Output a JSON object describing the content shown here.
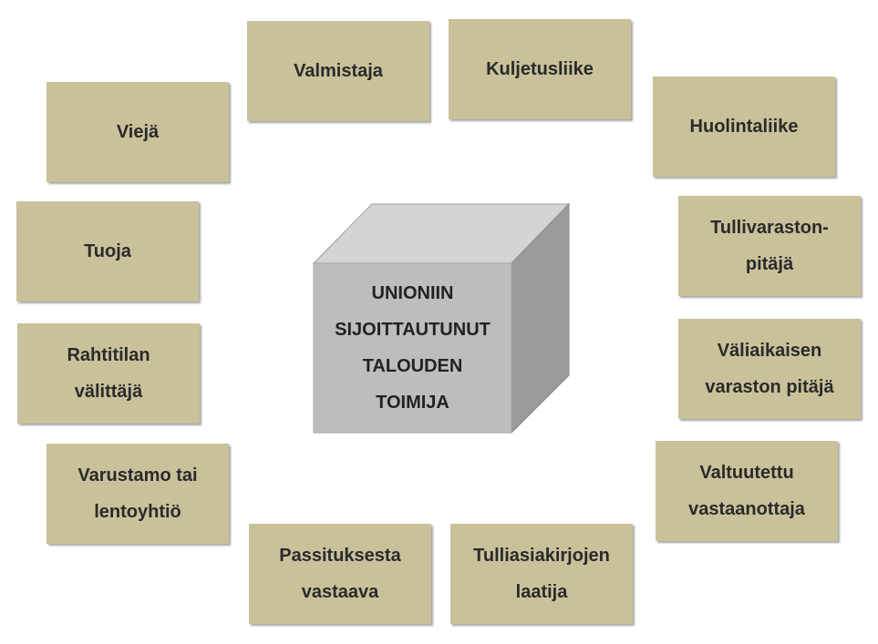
{
  "center": {
    "lines": [
      "UNIONIIN",
      "SIJOITTAUTUNUT",
      "TALOUDEN",
      "TOIMIJA"
    ]
  },
  "boxes": {
    "valmistaja": [
      "Valmistaja"
    ],
    "kuljetusliike": [
      "Kuljetusliike"
    ],
    "huolintaliike": [
      "Huolintaliike"
    ],
    "tullivarasto": [
      "Tullivaraston-",
      "pitäjä"
    ],
    "valiaikainen": [
      "Väliaikaisen",
      "varaston pitäjä"
    ],
    "valtuutettu": [
      "Valtuutettu",
      "vastaanottaja"
    ],
    "tulliasiakirjat": [
      "Tulliasiakirjojen",
      "laatija"
    ],
    "passitus": [
      "Passituksesta",
      "vastaava"
    ],
    "varustamo": [
      "Varustamo tai",
      "lentoyhtiö"
    ],
    "rahtitila": [
      "Rahtitilan",
      "välittäjä"
    ],
    "tuoja": [
      "Tuoja"
    ],
    "vieja": [
      "Viejä"
    ]
  },
  "colors": {
    "box_fill": "#c9c19a",
    "cube_front": "#bdbdbd",
    "cube_top": "#d4d4d4",
    "cube_side": "#9a9a9a"
  }
}
